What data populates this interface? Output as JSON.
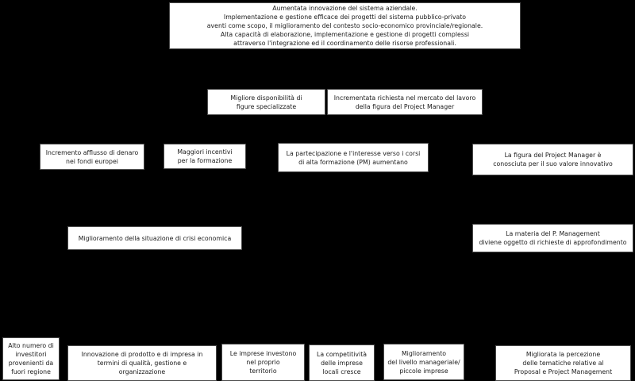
{
  "canvas": {
    "background_color": "#000000",
    "box_fill_color": "#ffffff",
    "box_border_color": "#4a4a4a",
    "text_color": "#1a1a1a"
  },
  "diagram": {
    "type": "objective-tree",
    "language": "it",
    "nodes": {
      "root_goal": {
        "text": "Aumentata innovazione del sistema aziendale.\nImplementazione e gestione efficace dei progetti del sistema pubblico-privato\naventi come scopo, il miglioramento del contesto socio-economico provinciale/regionale.\nAlta capacità di elaborazione, implementazione e gestione di progetti complessi\nattraverso l'integrazione ed il coordinamento delle risorse professionali."
      },
      "disponibilita": {
        "text": "Migliore disponibilità di\nfigure specializzate"
      },
      "richiesta_mercato": {
        "text": "Incrementata richiesta nel mercato del lavoro\ndella figura del Project Manager"
      },
      "afflusso_denaro": {
        "text": "Incremento afflusso di denaro\nnei fondi europei"
      },
      "incentivi_formazione": {
        "text": "Maggiori incentivi\nper la formazione"
      },
      "partecipazione_corsi": {
        "text": "La partecipazione e l'interesse verso i corsi\ndi alta formazione (PM) aumentano"
      },
      "figura_pm": {
        "text": "La figura del Project Manager è\nconosciuta per il suo valore innovativo"
      },
      "crisi_economica": {
        "text": "Miglioramento della situazione di crisi economica"
      },
      "materia_pm": {
        "text": "La materia del P. Management\ndiviene oggetto di richieste di approfondimento"
      },
      "investitori": {
        "text": "Alto numero di\ninvestitori\nprovenienti da\nfuori regione"
      },
      "innovazione_prodotto": {
        "text": "Innovazione di prodotto e di impresa in\ntermini di qualità, gestione e\norganizzazione"
      },
      "imprese_investono": {
        "text": "Le imprese investono\nnel proprio\nterritorio"
      },
      "competitivita": {
        "text": "La competitività\ndelle imprese\nlocali cresce"
      },
      "livello_manageriale": {
        "text": "Miglioramento\ndel livello manageriale/\npiccole imprese"
      },
      "percezione_tematiche": {
        "text": "Migliorata la percezione\ndelle tematiche relative al\nProposal e Project Management"
      }
    }
  }
}
